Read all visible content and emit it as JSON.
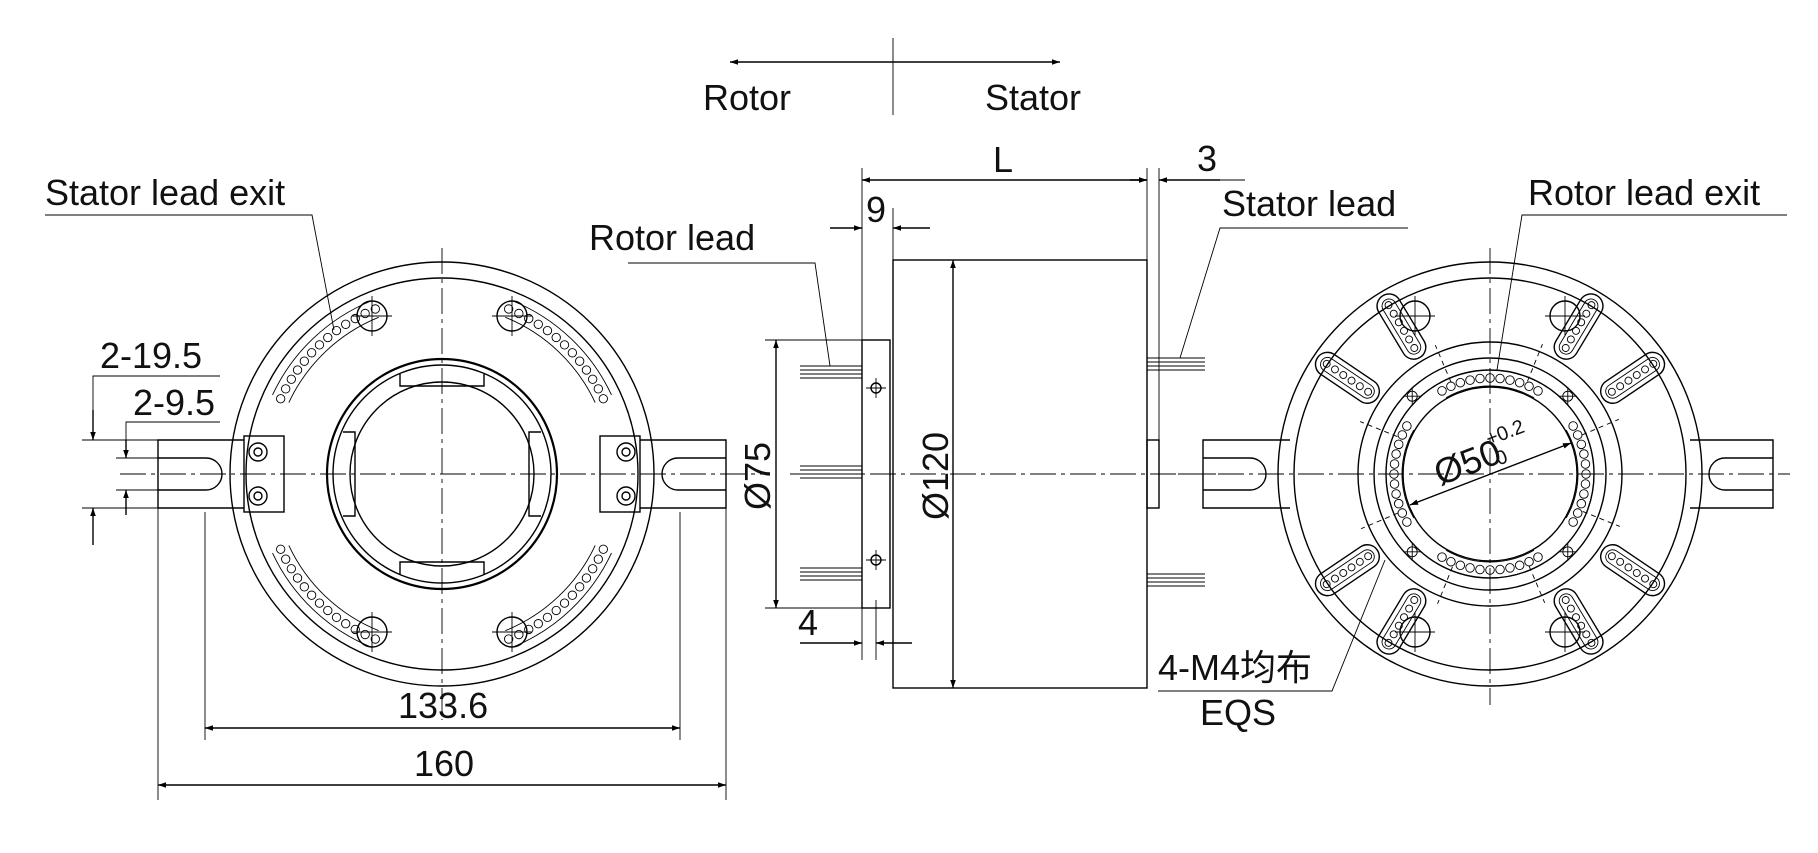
{
  "header": {
    "rotor_label": "Rotor",
    "stator_label": "Stator"
  },
  "left_view": {
    "stator_lead_exit_label": "Stator lead exit",
    "dim_slot_width": "2-19.5",
    "dim_slot_inner": "2-9.5",
    "dim_hole_spacing": "133.6",
    "dim_overall_width": "160"
  },
  "side_view": {
    "rotor_lead_label": "Rotor lead",
    "stator_lead_label": "Stator lead",
    "dim_length": "L",
    "dim_stator_gap": "3",
    "dim_flange_offset": "9",
    "dim_flange_thickness": "4",
    "dim_rotor_diameter": "Ø75",
    "dim_body_diameter": "Ø120"
  },
  "right_view": {
    "rotor_lead_exit_label": "Rotor lead exit",
    "dim_bore_diameter": "Ø50",
    "dim_bore_tol_upper": "+0.2",
    "dim_bore_tol_lower": "0",
    "mount_holes_label": "4-M4均布",
    "mount_holes_eqs": "EQS"
  }
}
